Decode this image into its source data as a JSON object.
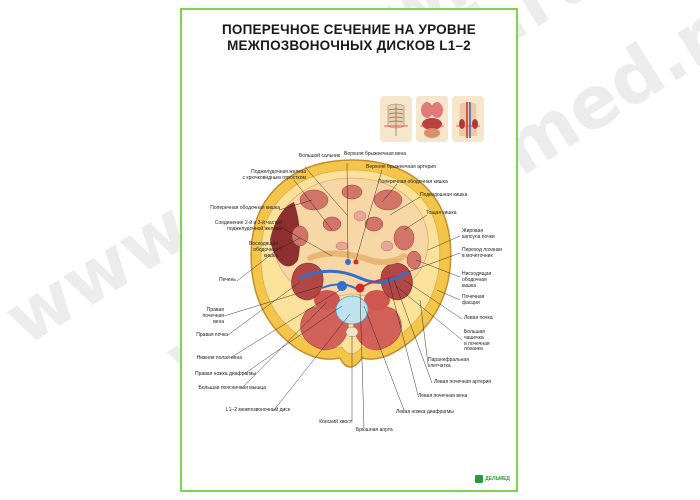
{
  "poster": {
    "title_line1": "ПОПЕРЕЧНОЕ СЕЧЕНИЕ НА УРОВНЕ",
    "title_line2": "МЕЖПОЗВОНОЧНЫХ ДИСКОВ L1–2",
    "border_color": "#7fd34e",
    "logo_text": "ДЕЛЬМЕД"
  },
  "watermark": {
    "text": "www.dealmed.ru"
  },
  "labels": {
    "bolshoy_salnik": "Большой сальник",
    "verkh_bryzh_vena": "Верхняя брыжеечная вена",
    "verkh_bryzh_arteria": "Верхняя брыжеечная артерия",
    "podzhel_zheleza": "Поджелудочная железа\nс крючковидным отростком",
    "poperech_obod_left": "Поперечная ободочная кишка",
    "poperech_obod_right": "Поперечная ободочная кишка",
    "podvzdoshnaya": "Подвздошная кишка",
    "toshchaya": "Тощая кишка",
    "soedinenie": "Соединение 2-й и 3-й частей\nподжелудочной железы",
    "zhirovaya_kapsula": "Жировая\nкапсула почки",
    "voskhod_obod": "Восходящая\nободочная\nкишка",
    "perekhod_lokhanki": "Переход лоханки\nв мочеточник",
    "pechen": "Печень",
    "niskhod_obod": "Нисходящая\nободочная\nкишка",
    "pochechnaya_fascia": "Почечная\nфасция",
    "pravaya_pochech_vena": "Правая\nпочечная\nвена",
    "levaya_pochka": "Левая почка",
    "pravaya_pochka": "Правая почка",
    "bolsh_chashechka": "Большая\nчашечка\nи почечная\nлоханка",
    "nizhnyaya_polaya": "Нижняя полая вена",
    "paranefralnaya": "Паранефральная\nклетчатка",
    "pravaya_nozhka": "Правая ножка диафрагмы",
    "levaya_pochech_arteria": "Левая почечная артерия",
    "bolsh_poyasn_myshca": "Большая поясничная мышца",
    "levaya_pochech_vena": "Левая почечная вена",
    "mezhpozv_disk": "L1–2 межпозвоночный диск",
    "levaya_nozhka": "Левая ножка диафрагмы",
    "konskiy_khvost": "Конский хвост",
    "bryushnaya_aorta": "Брюшная аорта"
  }
}
